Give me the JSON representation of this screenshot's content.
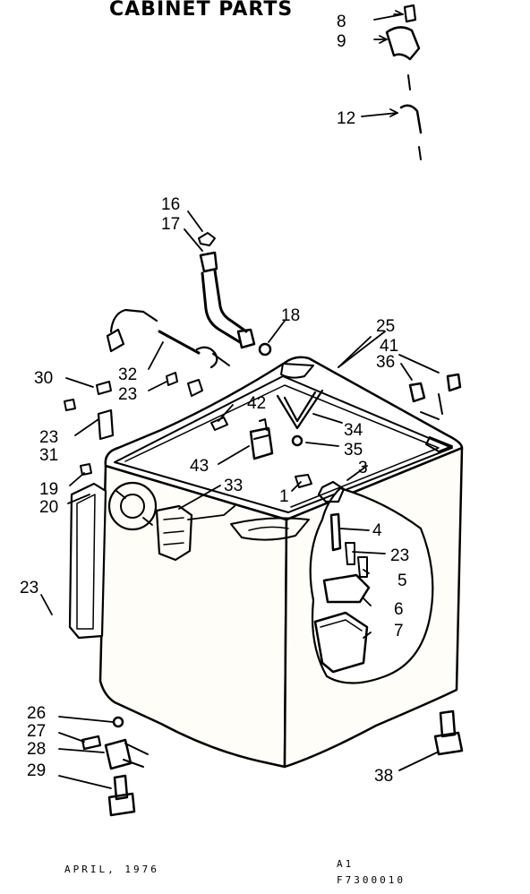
{
  "title": "CABINET PARTS",
  "footer": {
    "date": "APRIL, 1976",
    "code_line1": "A1",
    "code_line2": "F7300010"
  },
  "callouts": [
    "8",
    "9",
    "12",
    "16",
    "17",
    "18",
    "25",
    "41",
    "36",
    "30",
    "32",
    "23",
    "42",
    "34",
    "35",
    "43",
    "3",
    "31",
    "19",
    "20",
    "33",
    "1",
    "4",
    "5",
    "6",
    "7",
    "26",
    "27",
    "28",
    "29",
    "38"
  ]
}
